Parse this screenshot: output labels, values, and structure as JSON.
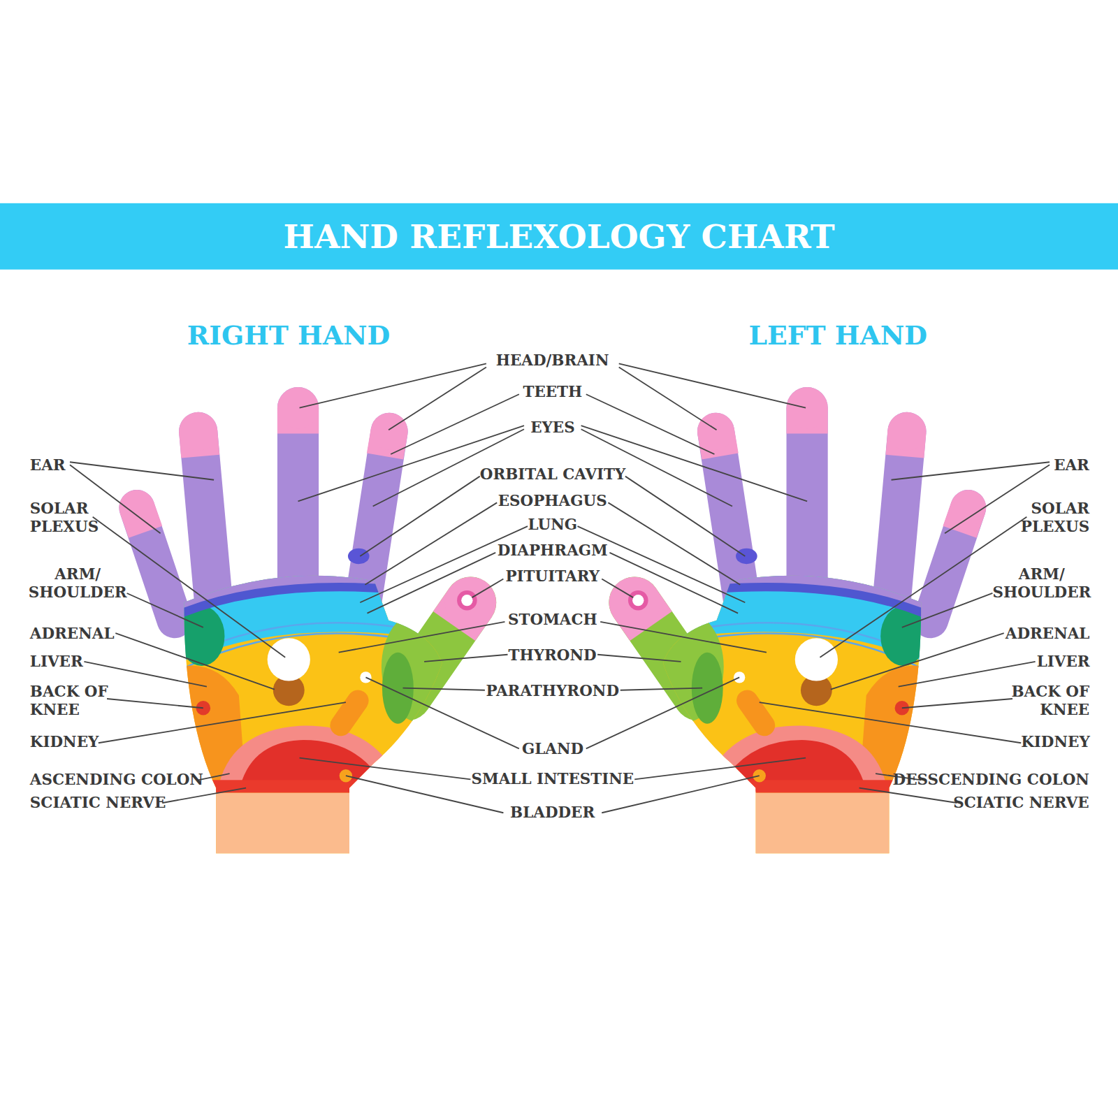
{
  "diagram": {
    "title": "HAND REFLEXOLOGY CHART",
    "labels": [
      "RIGHT HAND",
      "LEFT HAND",
      "HEAD/BRAIN",
      "TEETH",
      "EYES",
      "ORBITAL CAVITY",
      "ESOPHAGUS",
      "LUNG",
      "DIAPHRAGM",
      "PITUITARY",
      "STOMACH",
      "THYROND",
      "PARATHYROND",
      "GLAND",
      "SMALL INTESTINE",
      "BLADDER",
      "EAR",
      "SOLAR PLEXUS",
      "ARM/ SHOULDER",
      "ADRENAL",
      "LIVER",
      "BACK OF KNEE",
      "KIDNEY",
      "ASCENDING COLON",
      "SCIATIC NERVE",
      "EAR",
      "SOLAR PLEXUS",
      "ARM/ SHOULDER",
      "ADRENAL",
      "LIVER",
      "BACK OF KNEE",
      "KIDNEY",
      "DESSCENDING COLON",
      "SCIATIC NERVE"
    ]
  }
}
